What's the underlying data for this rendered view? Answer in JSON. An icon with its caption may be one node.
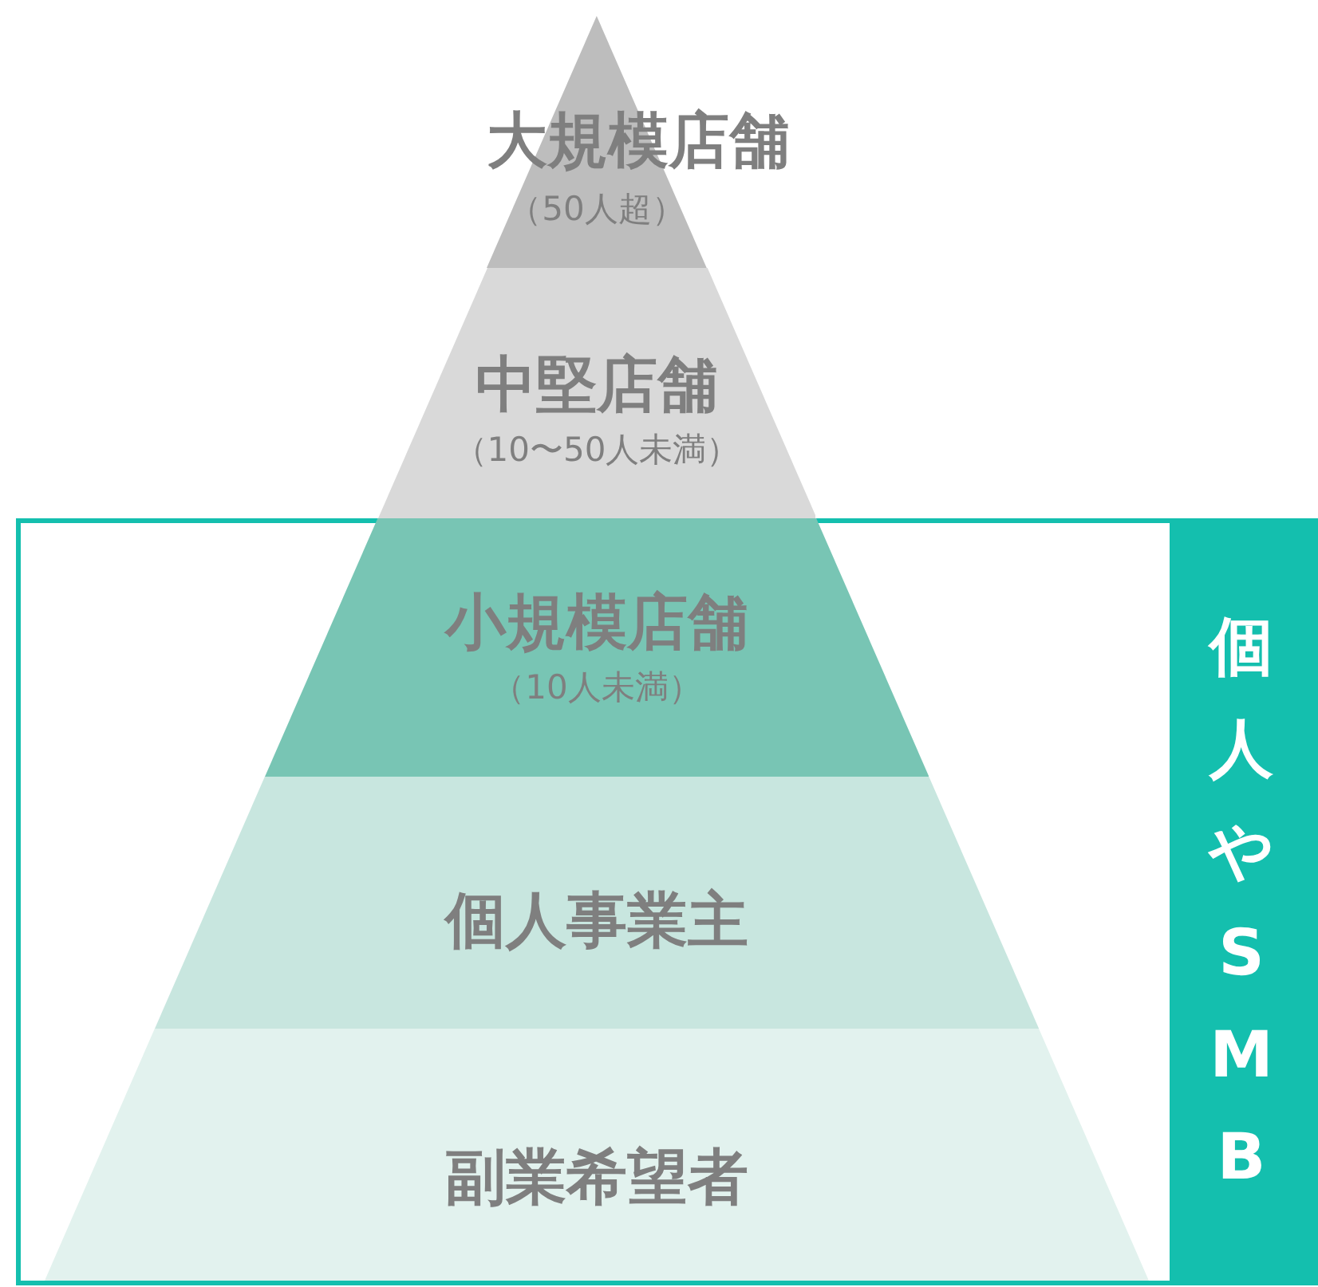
{
  "diagram": {
    "nodes": [
      {
        "text": [
          "大規模店舗",
          "（50人超）"
        ]
      },
      {
        "text": [
          "中堅店舗",
          "（10〜50人未満）"
        ]
      },
      {
        "text": [
          "個人やSMB"
        ]
      },
      {
        "text": [
          "小規模店舗",
          "（10人未満）"
        ],
        "in": 2
      },
      {
        "text": [
          "個人事業主"
        ],
        "in": 2
      },
      {
        "text": [
          "副業希望者"
        ],
        "in": 2
      }
    ]
  }
}
